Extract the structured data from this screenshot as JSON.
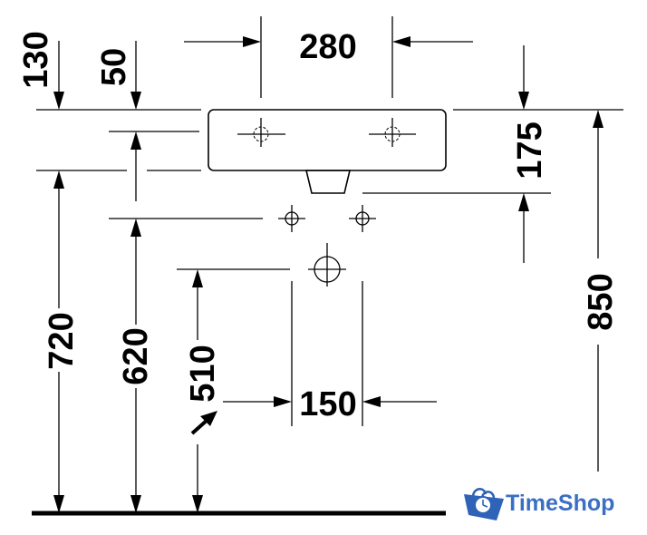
{
  "dimensions": {
    "top_width": "280",
    "left_130": "130",
    "left_50": "50",
    "right_175": "175",
    "height_720": "720",
    "height_620": "620",
    "height_510": "510",
    "waste_width": "150",
    "height_850": "850"
  },
  "watermark": {
    "brand": "TimeShop",
    "color": "#3b6fc4"
  },
  "colors": {
    "line": "#000000",
    "background": "#ffffff"
  }
}
